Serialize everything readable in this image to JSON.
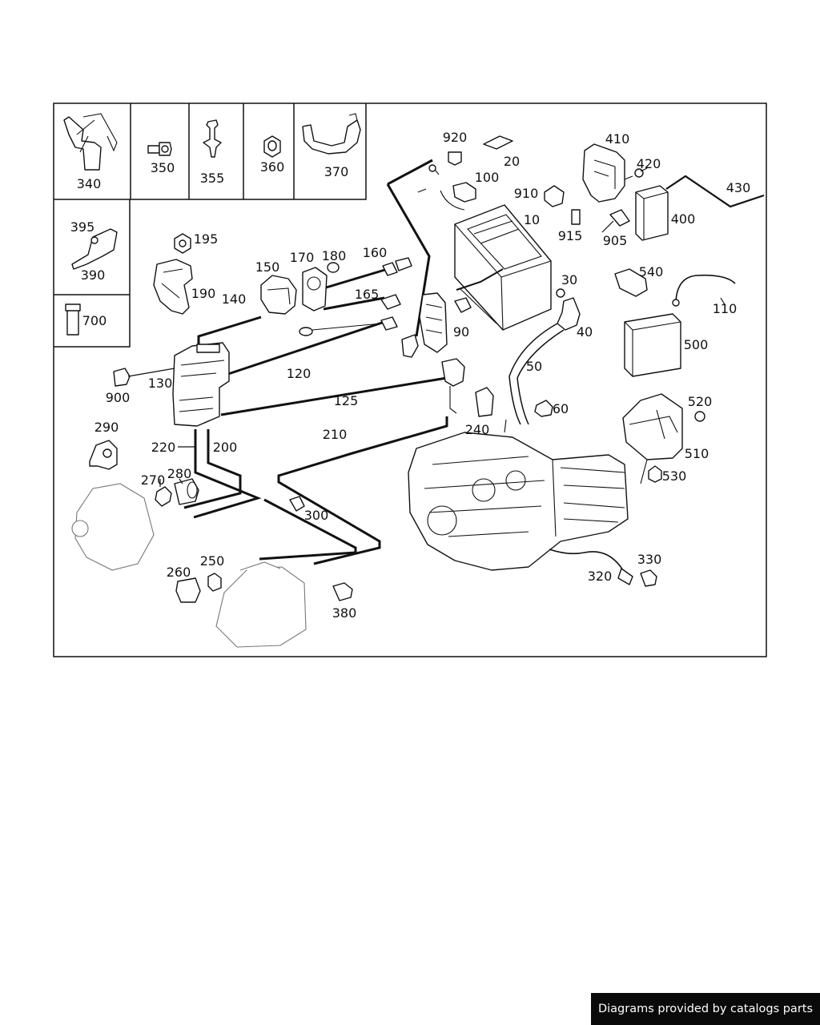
{
  "labels": {
    "p340": "340",
    "p350": "350",
    "p355": "355",
    "p360": "360",
    "p370": "370",
    "p395": "395",
    "p390": "390",
    "p700": "700",
    "p920": "920",
    "p100": "100",
    "p20": "20",
    "p910": "910",
    "p10": "10",
    "p915": "915",
    "p410": "410",
    "p420": "420",
    "p430": "430",
    "p400": "400",
    "p905": "905",
    "p195": "195",
    "p190": "190",
    "p150": "150",
    "p170": "170",
    "p180": "180",
    "p160": "160",
    "p165": "165",
    "p140": "140",
    "p130": "130",
    "p900": "900",
    "p120": "120",
    "p125": "125",
    "p90": "90",
    "p30": "30",
    "p40": "40",
    "p50": "50",
    "p60": "60",
    "p540": "540",
    "p110": "110",
    "p500": "500",
    "p520": "520",
    "p510": "510",
    "p530": "530",
    "p240": "240",
    "p210": "210",
    "p290": "290",
    "p220": "220",
    "p200": "200",
    "p270": "270",
    "p280": "280",
    "p300": "300",
    "p260": "260",
    "p250": "250",
    "p380": "380",
    "p320": "320",
    "p330": "330"
  },
  "footer": {
    "text": "Diagrams provided by catalogs parts"
  }
}
